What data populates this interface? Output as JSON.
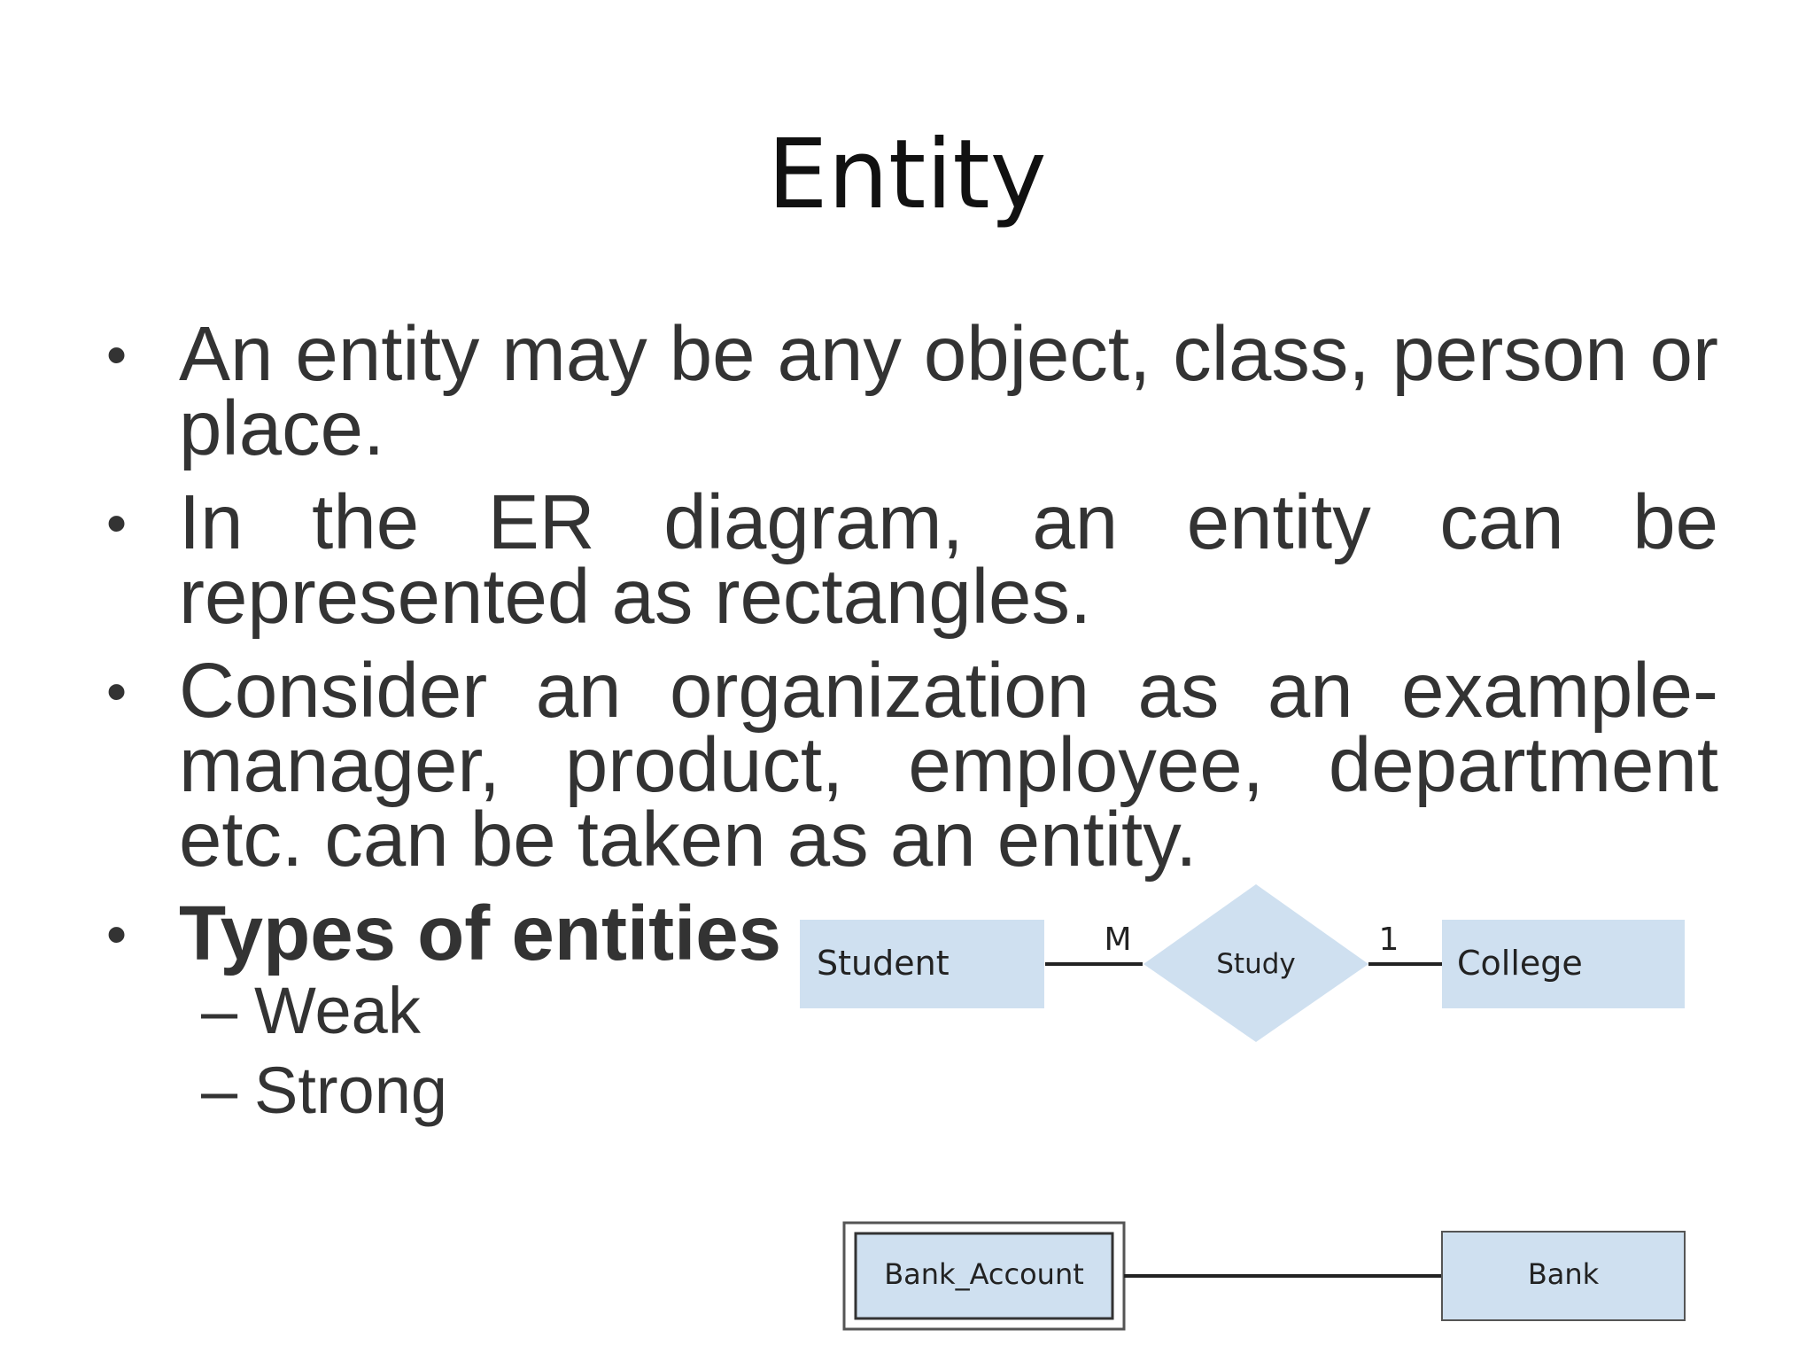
{
  "slide": {
    "title": "Entity",
    "bullets": [
      {
        "text": "An entity may be any object, class, person or place."
      },
      {
        "text": "In the ER diagram, an entity can be represented as rectangles."
      },
      {
        "text": "Consider an organization as an example- manager, product, employee, department etc. can be taken as an entity."
      },
      {
        "text": "Types of entities"
      }
    ],
    "sub_bullets": [
      {
        "dash": "–",
        "text": "Weak"
      },
      {
        "dash": "–",
        "text": "Strong"
      }
    ],
    "bullet_glyph": "•"
  },
  "diagram_top": {
    "entity_left": "Student",
    "relationship": "Study",
    "entity_right": "College",
    "cardinality_left": "M",
    "cardinality_right": "1"
  },
  "diagram_bottom": {
    "weak_entity": "Bank_Account",
    "strong_entity": "Bank"
  },
  "colors": {
    "entity_fill": "#cfe0f0",
    "text": "#333333",
    "line": "#222222"
  }
}
